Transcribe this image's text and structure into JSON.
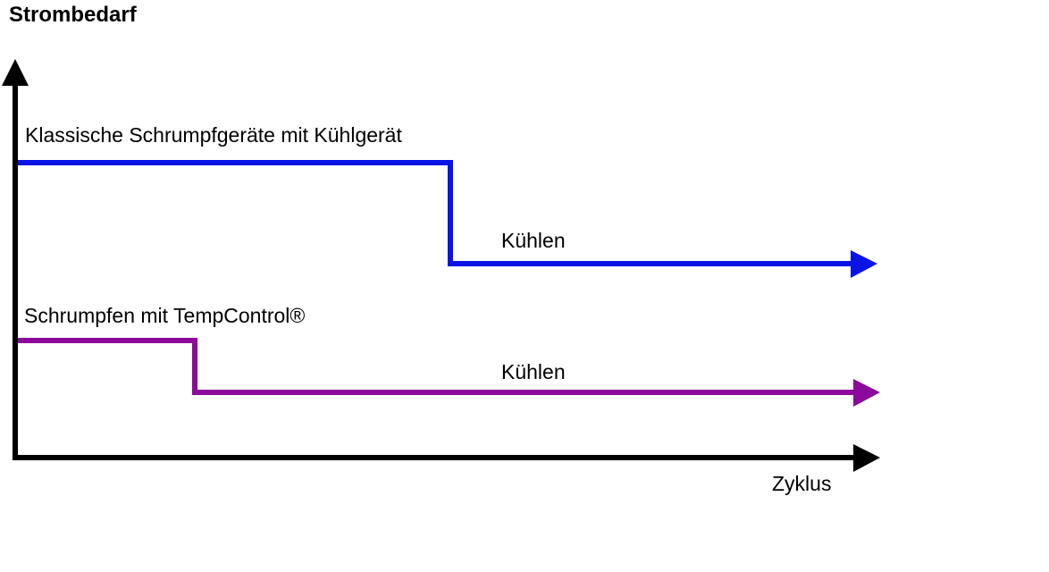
{
  "diagram": {
    "title": "Strombedarf",
    "x_axis_label": "Zyklus",
    "lines": [
      {
        "name": "Klassische Schrumpfgeräte mit Kühlgerät",
        "segment_label": "Kühlen",
        "color": "#0a14e6"
      },
      {
        "name": "Schrumpfen mit TempControl®",
        "segment_label": "Kühlen",
        "color": "#8c0a9b"
      }
    ],
    "axis_color": "#000000"
  }
}
